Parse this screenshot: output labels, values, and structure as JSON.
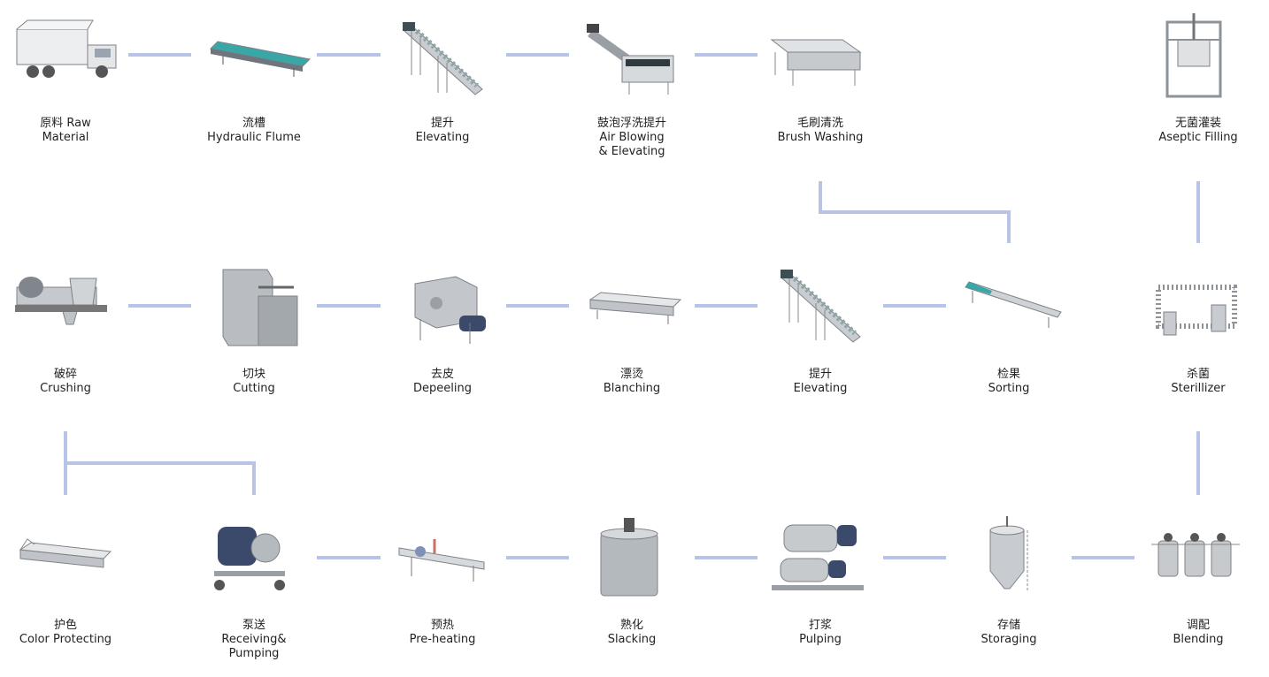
{
  "colors": {
    "connector": "#b7c4e8",
    "steel": "#b9bcc0",
    "steel_dark": "#7d8288",
    "motor": "#3b4a6b",
    "accent": "#3aa7a7"
  },
  "steps": [
    {
      "zh": "原料 Raw",
      "en": "Material",
      "icon": "truck-icon"
    },
    {
      "zh": "流槽",
      "en": "Hydraulic Flume",
      "icon": "flume-icon"
    },
    {
      "zh": "提升",
      "en": "Elevating",
      "icon": "elevator-icon"
    },
    {
      "zh": "鼓泡浮洗提升",
      "en": "Air Blowing",
      "en2": "& Elevating",
      "icon": "air-blowing-washer-icon"
    },
    {
      "zh": "毛刷清洗",
      "en": "Brush Washing",
      "icon": "brush-washer-icon"
    },
    {
      "zh": "无菌灌装",
      "en": "Aseptic Filling",
      "icon": "aseptic-filler-icon"
    },
    {
      "zh": "破碎",
      "en": "Crushing",
      "icon": "crusher-icon"
    },
    {
      "zh": "切块",
      "en": "Cutting",
      "icon": "cutter-icon"
    },
    {
      "zh": "去皮",
      "en": "Depeeling",
      "icon": "depeeler-icon"
    },
    {
      "zh": "漂烫",
      "en": "Blanching",
      "icon": "blancher-icon"
    },
    {
      "zh": "提升",
      "en": "Elevating",
      "icon": "elevator-icon"
    },
    {
      "zh": "检果",
      "en": "Sorting",
      "icon": "sorting-conveyor-icon"
    },
    {
      "zh": "杀菌",
      "en": "Sterillizer",
      "icon": "sterilizer-icon"
    },
    {
      "zh": "护色",
      "en": "Color Protecting",
      "icon": "color-protecting-trough-icon"
    },
    {
      "zh": "泵送",
      "en": "Receiving&",
      "en2": "Pumping",
      "icon": "pump-icon"
    },
    {
      "zh": "预热",
      "en": "Pre-heating",
      "icon": "preheater-icon"
    },
    {
      "zh": "熟化",
      "en": "Slacking",
      "icon": "tank-icon"
    },
    {
      "zh": "打浆",
      "en": "Pulping",
      "icon": "pulper-icon"
    },
    {
      "zh": "存储",
      "en": "Storaging",
      "icon": "storage-tank-icon"
    },
    {
      "zh": "调配",
      "en": "Blending",
      "icon": "blending-tanks-icon"
    }
  ]
}
